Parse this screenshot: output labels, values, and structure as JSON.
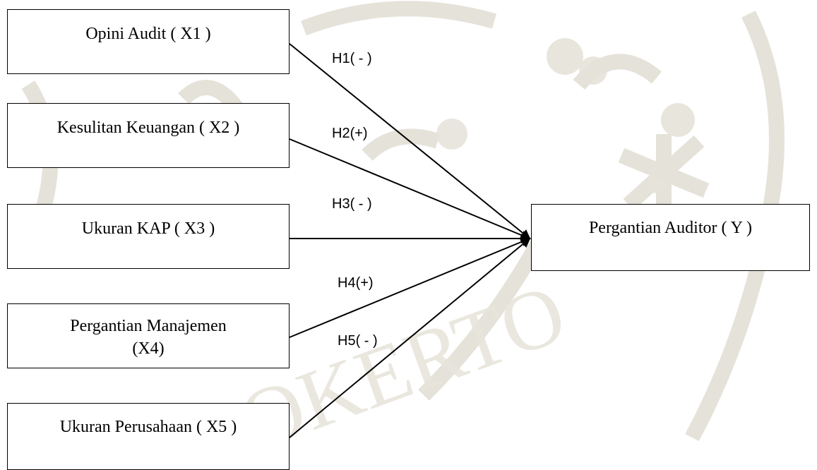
{
  "nodes": {
    "x1": "Opini Audit ( X1 )",
    "x2": "Kesulitan Keuangan ( X2 )",
    "x3": "Ukuran KAP ( X3 )",
    "x4": "Pergantian Manajemen (X4)",
    "x5": "Ukuran Perusahaan ( X5 )",
    "y": "Pergantian Auditor ( Y )"
  },
  "edges": [
    {
      "from": "x1",
      "to": "y",
      "label": "H1( - )"
    },
    {
      "from": "x2",
      "to": "y",
      "label": "H2(+)"
    },
    {
      "from": "x3",
      "to": "y",
      "label": "H3( - )"
    },
    {
      "from": "x4",
      "to": "y",
      "label": "H4(+)"
    },
    {
      "from": "x5",
      "to": "y",
      "label": "H5( - )"
    }
  ],
  "colors": {
    "line": "#000000",
    "watermark": "#d9d6cc"
  }
}
